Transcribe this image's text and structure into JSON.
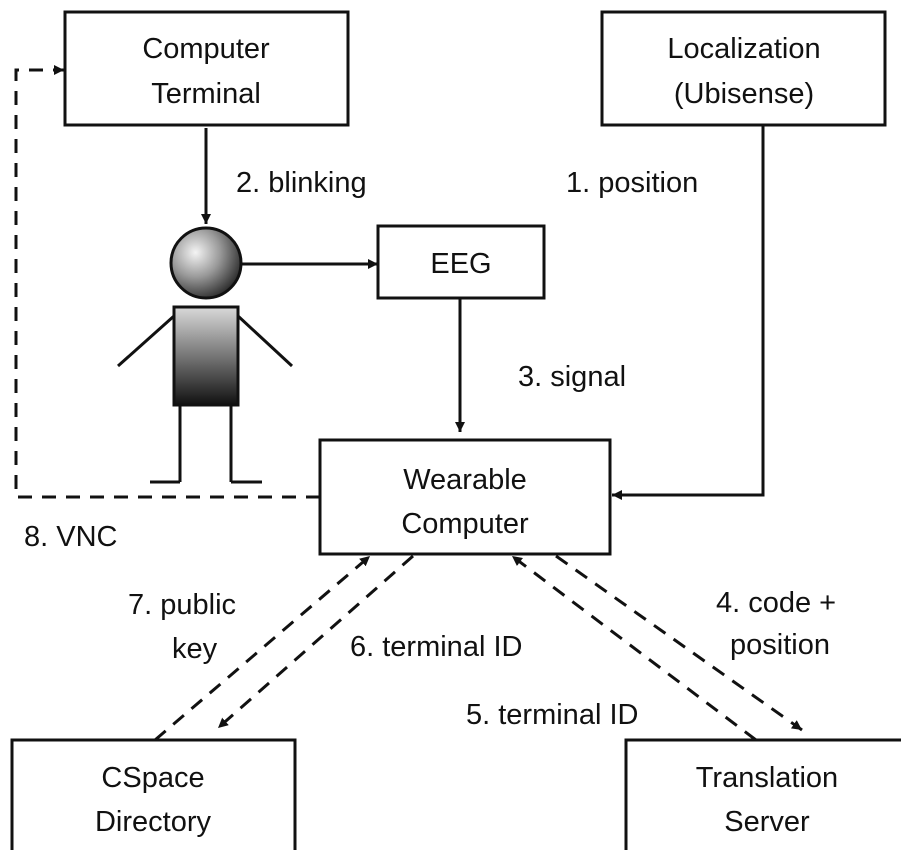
{
  "nodes": {
    "computer_terminal": {
      "line1": "Computer",
      "line2": "Terminal"
    },
    "localization": {
      "line1": "Localization",
      "line2": "(Ubisense)"
    },
    "eeg": {
      "label": "EEG"
    },
    "wearable_computer": {
      "line1": "Wearable",
      "line2": "Computer"
    },
    "cspace_directory": {
      "line1": "CSpace",
      "line2": "Directory"
    },
    "translation_server": {
      "line1": "Translation",
      "line2": "Server"
    }
  },
  "edges": {
    "position": "1. position",
    "blinking": "2. blinking",
    "signal": "3. signal",
    "code_position_line1": "4. code +",
    "code_position_line2": "position",
    "terminal_id_5": "5. terminal ID",
    "terminal_id_6": "6. terminal ID",
    "public_key_line1": "7. public",
    "public_key_line2": "key",
    "vnc": "8. VNC"
  },
  "colors": {
    "stroke": "#111111",
    "background": "#ffffff"
  },
  "icons": {
    "user": "user-figure-icon"
  }
}
